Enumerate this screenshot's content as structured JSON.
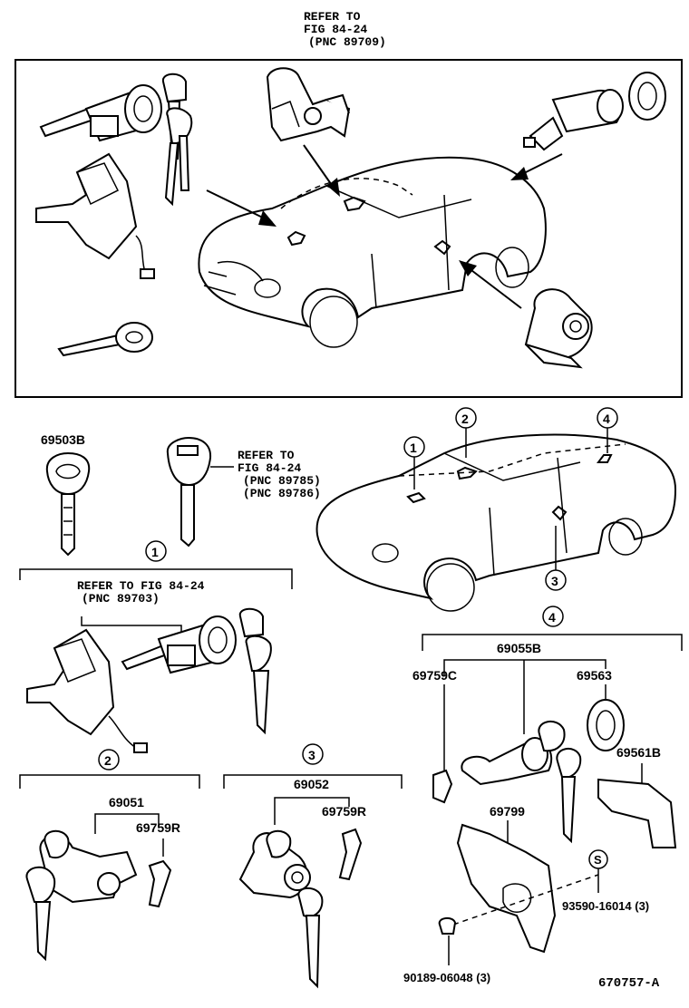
{
  "top_ref": {
    "line1": "REFER TO",
    "line2": "FIG 84-24",
    "line3": "(PNC 89709)"
  },
  "key_ref": {
    "line1": "REFER TO",
    "line2": "FIG 84-24",
    "line3": "(PNC 89785)",
    "line4": "(PNC 89786)"
  },
  "group1_ref": {
    "line1": "REFER TO FIG 84-24",
    "line2": "(PNC 89703)"
  },
  "callouts": {
    "c1": "1",
    "c2": "2",
    "c3": "3",
    "c4": "4"
  },
  "parts": {
    "p69503B": "69503B",
    "p69051": "69051",
    "p69759R_a": "69759R",
    "p69052": "69052",
    "p69759R_b": "69759R",
    "p69055B": "69055B",
    "p69759C": "69759C",
    "p69563": "69563",
    "p69561B": "69561B",
    "p69799": "69799",
    "p93590": "93590-16014 (3)",
    "p90189": "90189-06048 (3)",
    "s_mark": "S"
  },
  "figure_id": "670757-A"
}
